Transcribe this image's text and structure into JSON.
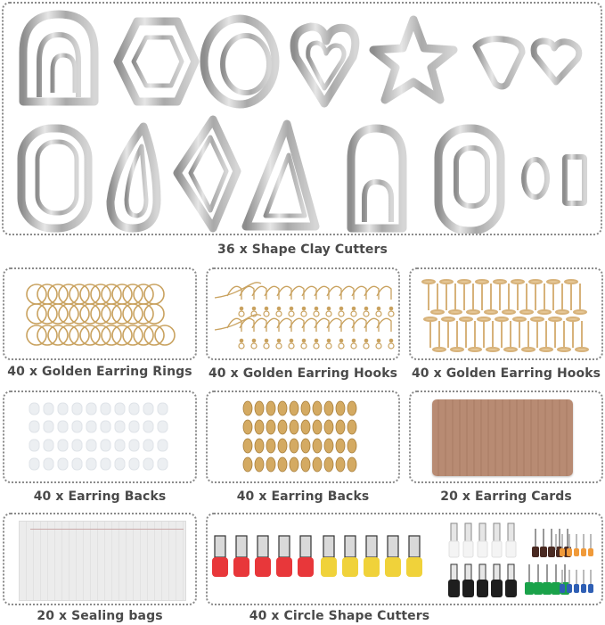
{
  "colors": {
    "border": "#8a8a8a",
    "label_text": "#4a4a4a",
    "steel": "#b9b9b9",
    "gold": "#c9a25f",
    "card": "#b78a72",
    "red": "#e8373a",
    "yellow": "#f0d23a",
    "white": "#f2f2f2",
    "black": "#1e1e1e",
    "brown": "#4a2a22",
    "green": "#1aa24a",
    "orange": "#f09a3a",
    "blue": "#2f5fb4"
  },
  "sections": [
    {
      "id": "shape-clay-cutters",
      "label": "36 x Shape Clay Cutters"
    },
    {
      "id": "golden-earring-rings",
      "label": "40 x Golden Earring Rings"
    },
    {
      "id": "golden-earring-hooks-fish",
      "label": "40 x Golden Earring Hooks"
    },
    {
      "id": "golden-earring-hooks-posts",
      "label": "40 x Golden Earring Hooks"
    },
    {
      "id": "earring-backs-clear",
      "label": "40 x Earring Backs"
    },
    {
      "id": "earring-backs-gold",
      "label": "40 x Earring Backs"
    },
    {
      "id": "earring-cards",
      "label": "20 x Earring Cards"
    },
    {
      "id": "sealing-bags",
      "label": "20 x Sealing bags"
    },
    {
      "id": "circle-shape-cutters",
      "label": "40 x Circle Shape Cutters"
    }
  ],
  "shape_cutters": {
    "row1": [
      "arch",
      "hexagon",
      "circle",
      "heart",
      "star",
      "rounded-triangle-small",
      "heart-small"
    ],
    "row2": [
      "oval",
      "teardrop",
      "rhombus",
      "triangle",
      "arch-large",
      "oval-nested",
      "circle-small",
      "rectangle-small"
    ]
  },
  "circle_cutters": {
    "large": [
      {
        "color": "red",
        "count": 5
      },
      {
        "color": "yellow",
        "count": 5
      }
    ],
    "medium": [
      {
        "color": "white",
        "count": 5
      },
      {
        "color": "black",
        "count": 5
      }
    ],
    "small": [
      {
        "color": "brown",
        "count": 5
      },
      {
        "color": "green",
        "count": 5
      }
    ],
    "tiny": [
      {
        "color": "orange",
        "count": 5
      },
      {
        "color": "blue",
        "count": 5
      }
    ]
  }
}
